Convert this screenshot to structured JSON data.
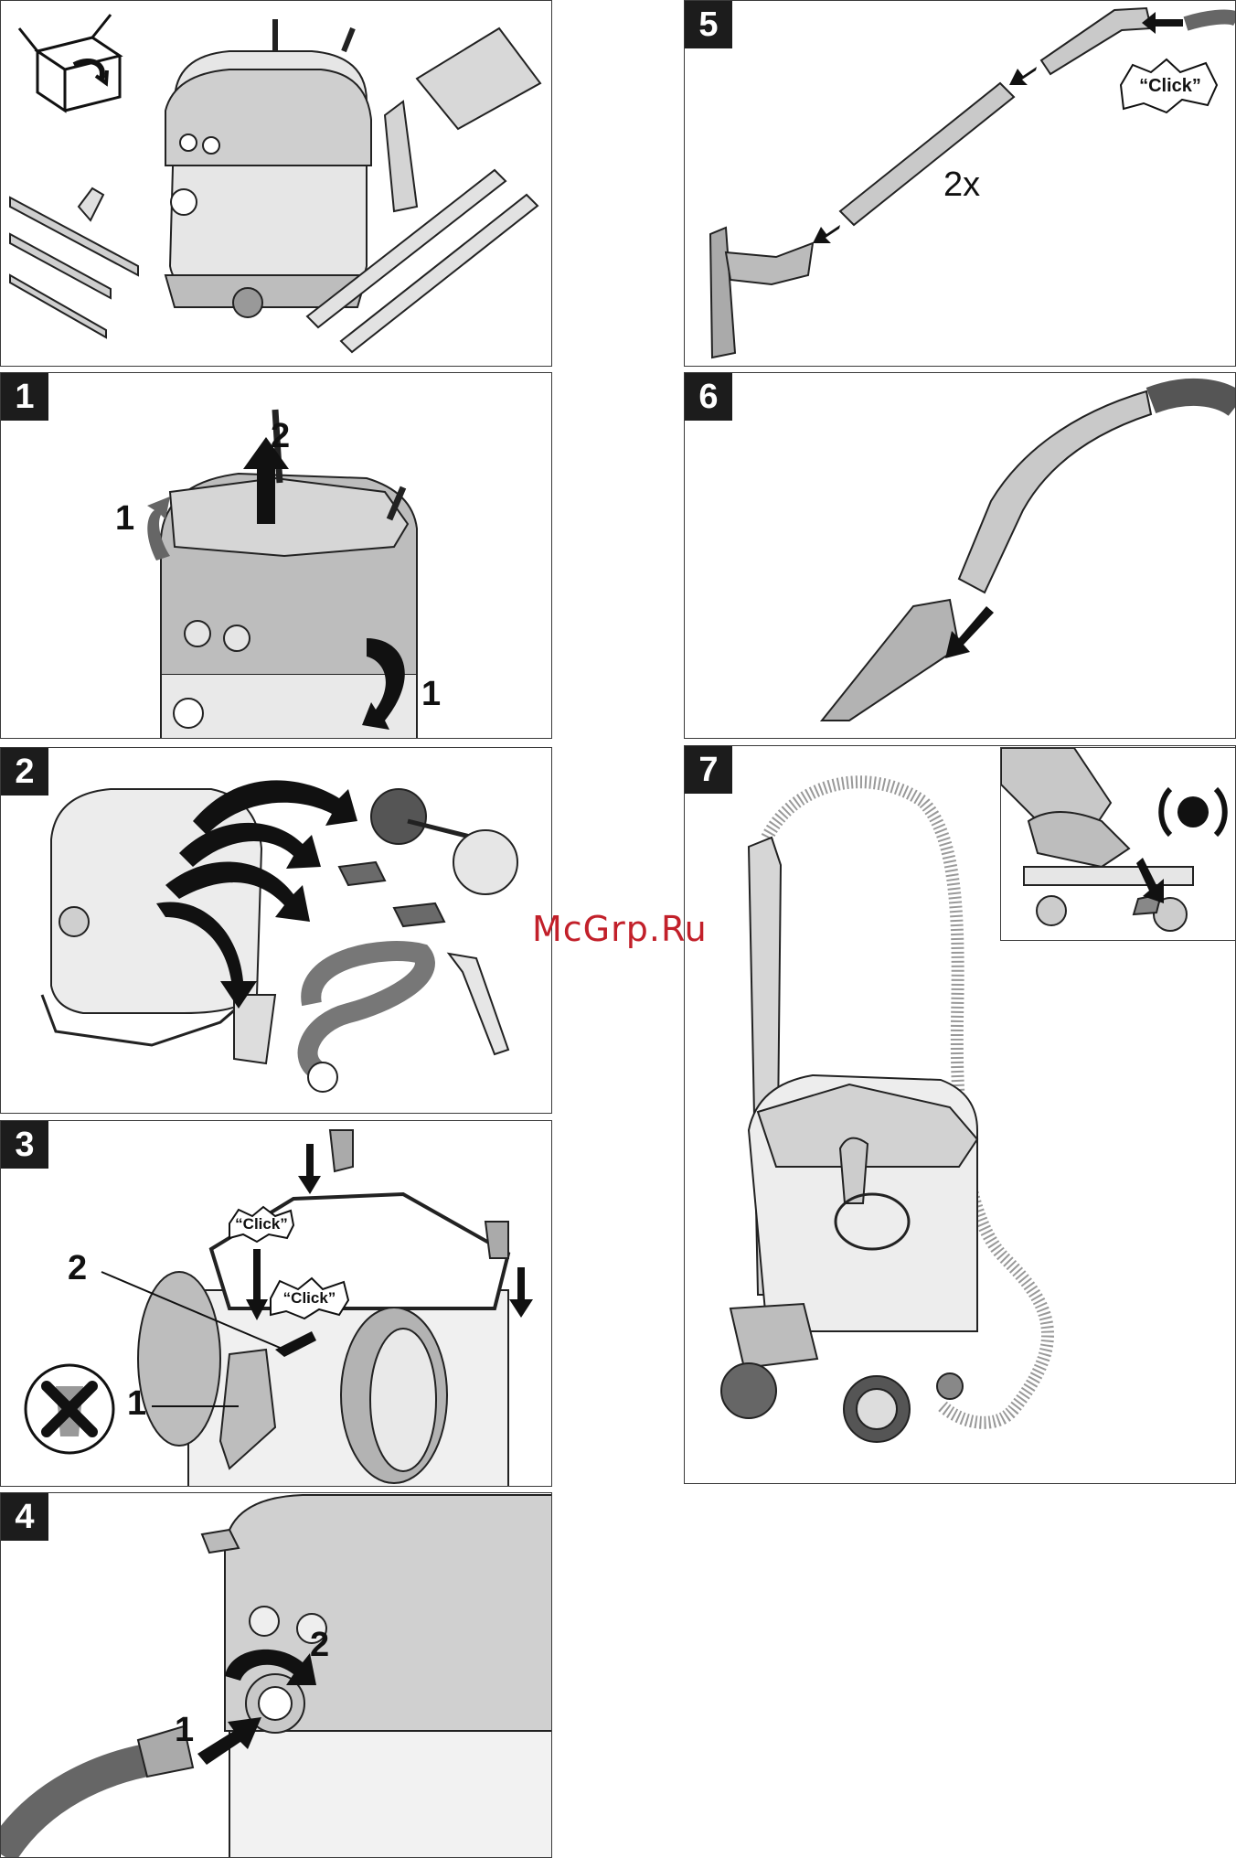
{
  "watermark": "McGrp.Ru",
  "panels": {
    "p0": {},
    "p1": {
      "badge": "1",
      "label_lid_1a": "1",
      "label_lid_2": "2",
      "label_lid_1b": "1"
    },
    "p2": {
      "badge": "2"
    },
    "p3": {
      "badge": "3",
      "click_a": "“Click”",
      "click_b": "“Click”",
      "label_2": "2",
      "label_1": "1"
    },
    "p4": {
      "badge": "4",
      "label_2": "2",
      "label_1": "1"
    },
    "p5": {
      "badge": "5",
      "click": "“Click”",
      "qty": "2x"
    },
    "p6": {
      "badge": "6"
    },
    "p7": {
      "badge": "7"
    }
  }
}
